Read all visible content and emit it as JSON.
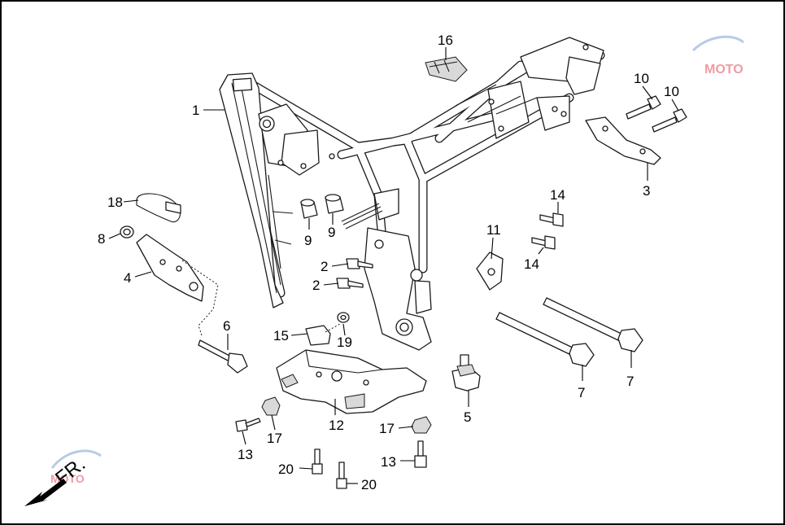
{
  "diagram": {
    "callouts": [
      "1",
      "2",
      "2",
      "3",
      "4",
      "5",
      "6",
      "7",
      "7",
      "8",
      "9",
      "9",
      "10",
      "10",
      "11",
      "12",
      "13",
      "13",
      "14",
      "14",
      "15",
      "16",
      "17",
      "17",
      "18",
      "19",
      "20",
      "20"
    ],
    "direction_label": "FR.",
    "watermark": "MOTO"
  },
  "colors": {
    "line": "#1a1a1a",
    "background": "#ffffff",
    "watermark": "#e34b5b"
  }
}
